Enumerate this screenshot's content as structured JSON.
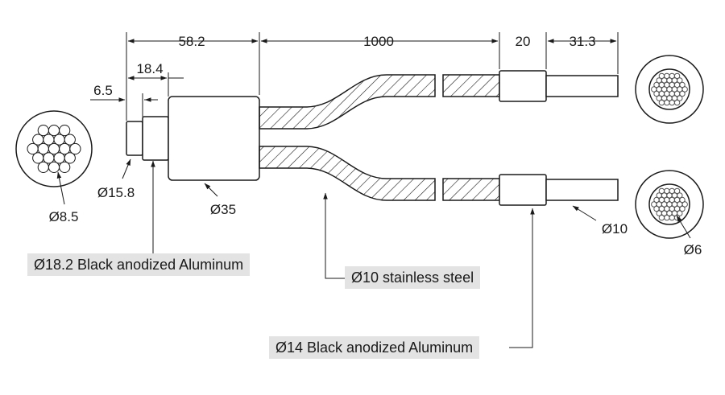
{
  "dimensions": {
    "bundle_length": "58.2",
    "cable_length": "1000",
    "ferrule_length": "20",
    "tip_length": "31.3",
    "step_length": "18.4",
    "tip_step": "6.5",
    "dia_tip": "Ø15.8",
    "dia_fiber": "Ø8.5",
    "dia_housing": "Ø35",
    "dia_leg_tube": "Ø10",
    "dia_leg_fiber": "Ø6"
  },
  "callouts": {
    "collar_material": "Ø18.2 Black anodized Aluminum",
    "cable_material": "Ø10 stainless steel",
    "ferrule_material": "Ø14 Black anodized Aluminum"
  },
  "colors": {
    "line": "#1a1a1a",
    "callout_bg": "#e3e3e3",
    "fiber": "#cccccc"
  }
}
